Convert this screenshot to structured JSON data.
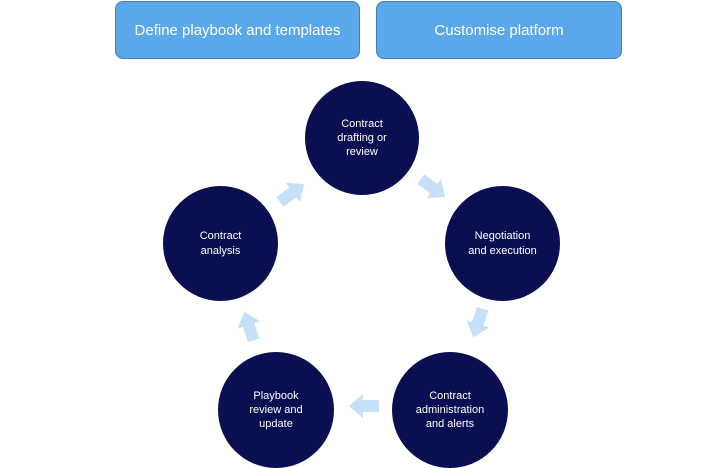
{
  "header": {
    "playbook_button": "Define playbook and templates",
    "platform_button": "Customise platform"
  },
  "cycle": {
    "steps": [
      "Contract\ndrafting or\nreview",
      "Negotiation\nand execution",
      "Contract\nadministration\nand alerts",
      "Playbook\nreview and\nupdate",
      "Contract\nanalysis"
    ]
  },
  "colors": {
    "top_box": "#5aa7ea",
    "circle": "#0a0f52",
    "arrow": "#c6e0f8"
  }
}
